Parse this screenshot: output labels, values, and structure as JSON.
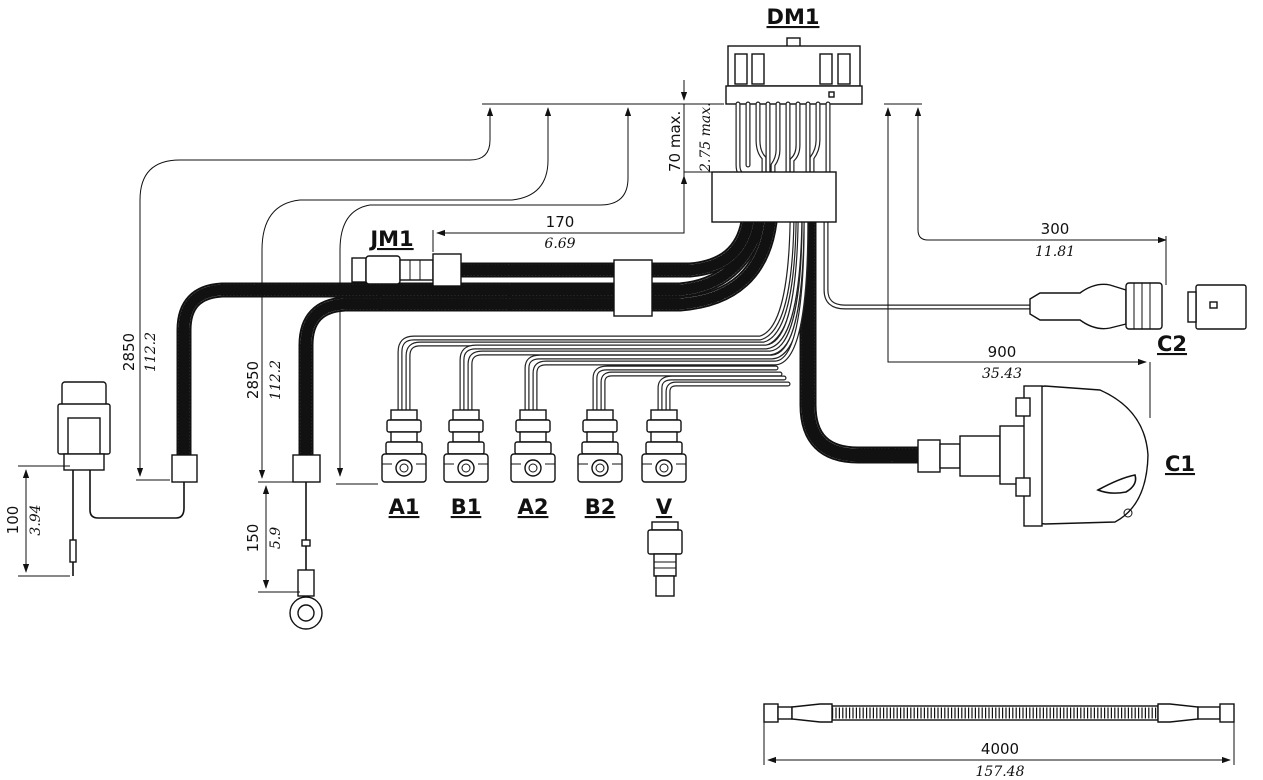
{
  "labels": {
    "dm1": "DM1",
    "jm1": "JM1",
    "c1": "C1",
    "c2": "C2",
    "a1": "A1",
    "b1": "B1",
    "a2": "A2",
    "b2": "B2",
    "v": "V"
  },
  "dimensions": {
    "top_max_mm": "70 max.",
    "top_max_in": "2.75 max.",
    "jm1_mm": "170",
    "jm1_in": "6.69",
    "c2_mm": "300",
    "c2_in": "11.81",
    "c1_mm": "900",
    "c1_in": "35.43",
    "left_branch_mm": "2850",
    "left_branch_in": "112.2",
    "ring_branch_mm": "2850",
    "ring_branch_in": "112.2",
    "sensor_tail_mm": "100",
    "sensor_tail_in": "3.94",
    "ring_tail_mm": "150",
    "ring_tail_in": "5.9",
    "extension_mm": "4000",
    "extension_in": "157.48"
  },
  "colors": {
    "line": "#111111",
    "background": "#ffffff"
  }
}
